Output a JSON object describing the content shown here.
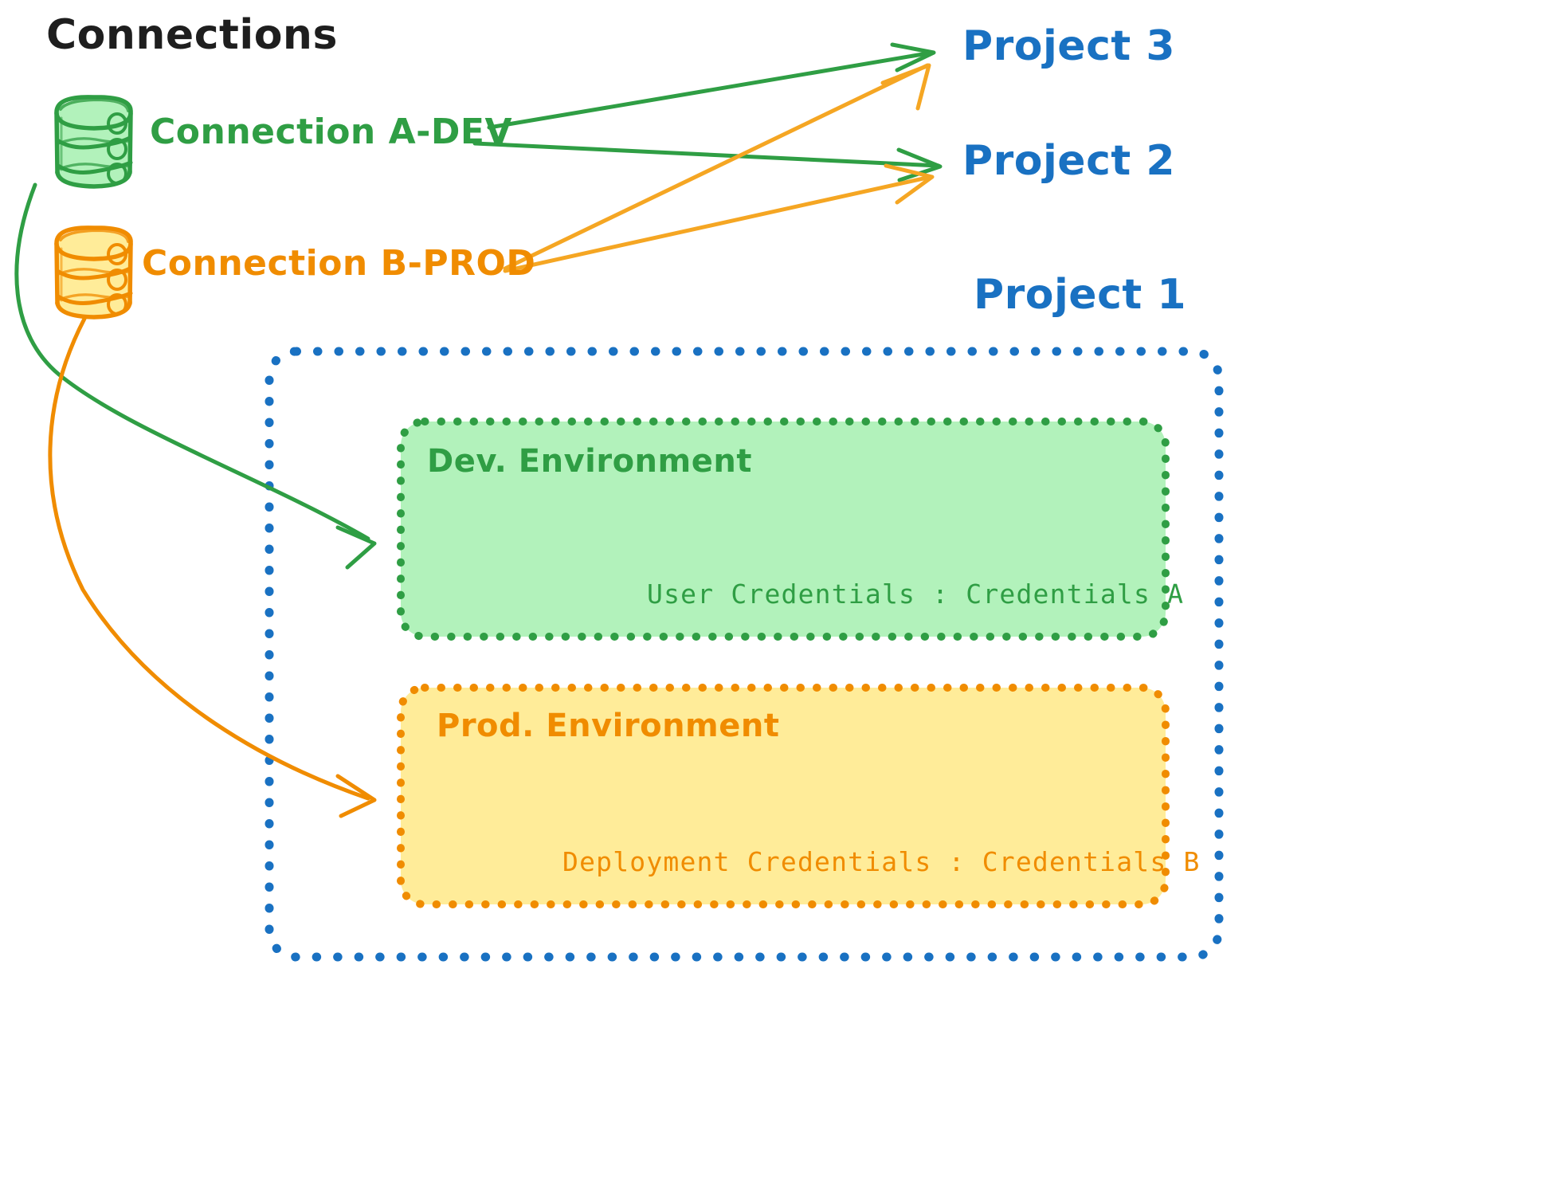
{
  "diagram": {
    "title": "Connections",
    "connections": [
      {
        "id": "a-dev",
        "label": "Connection A-DEV",
        "color": "#2f9e44",
        "fill": "#b2f2bb",
        "icon": "database-cylinder-icon"
      },
      {
        "id": "b-prod",
        "label": "Connection B-PROD",
        "color": "#f08c00",
        "fill": "#ffec99",
        "icon": "database-cylinder-icon"
      }
    ],
    "projects": [
      {
        "id": "project-3",
        "label": "Project 3",
        "color": "#1971c2"
      },
      {
        "id": "project-2",
        "label": "Project 2",
        "color": "#1971c2"
      },
      {
        "id": "project-1",
        "label": "Project 1",
        "color": "#1971c2"
      }
    ],
    "project1_container": {
      "border_color": "#1971c2",
      "border_style": "dotted",
      "environments": [
        {
          "id": "dev-environment",
          "title": "Dev. Environment",
          "credential_label": "User Credentials",
          "credential_separator": ":",
          "credential_value": "Credentials A",
          "credential_line": "User Credentials : Credentials A",
          "color": "#2f9e44",
          "fill": "#b2f2bb"
        },
        {
          "id": "prod-environment",
          "title": "Prod. Environment",
          "credential_label": "Deployment Credentials",
          "credential_separator": ":",
          "credential_value": "Credentials B",
          "credential_line": "Deployment Credentials : Credentials B",
          "color": "#f08c00",
          "fill": "#ffec99"
        }
      ]
    },
    "edges": [
      {
        "id": "a-dev-to-project-3",
        "from": "Connection A-DEV",
        "to": "Project 3",
        "color": "#2f9e44"
      },
      {
        "id": "a-dev-to-project-2",
        "from": "Connection A-DEV",
        "to": "Project 2",
        "color": "#2f9e44"
      },
      {
        "id": "a-dev-to-dev-environment",
        "from": "Connection A-DEV",
        "to": "Dev. Environment",
        "color": "#2f9e44"
      },
      {
        "id": "b-prod-to-project-3",
        "from": "Connection B-PROD",
        "to": "Project 3",
        "color": "#f5a623"
      },
      {
        "id": "b-prod-to-project-2",
        "from": "Connection B-PROD",
        "to": "Project 2",
        "color": "#f5a623"
      },
      {
        "id": "b-prod-to-prod-environment",
        "from": "Connection B-PROD",
        "to": "Prod. Environment",
        "color": "#f08c00"
      }
    ]
  }
}
